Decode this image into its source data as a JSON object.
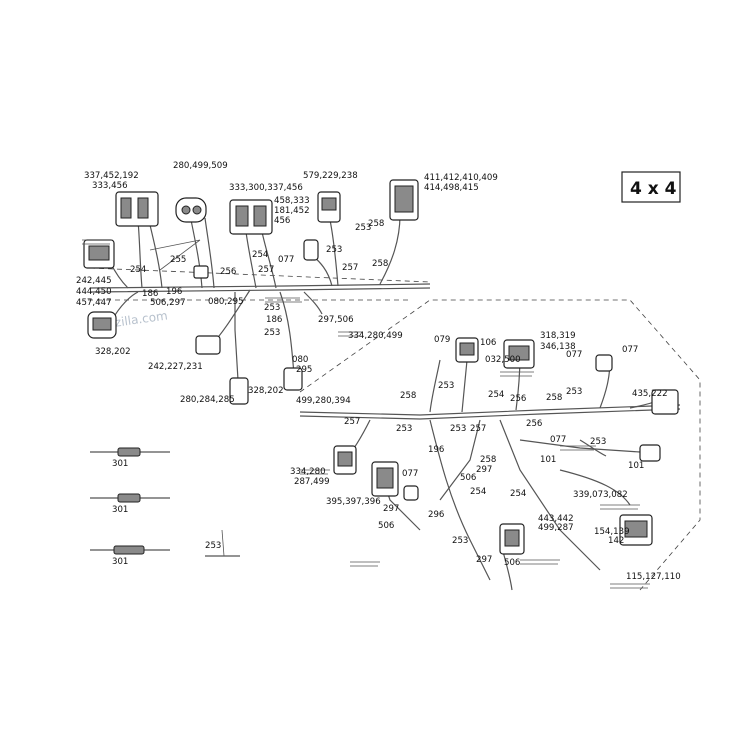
{
  "badge": "4 x 4",
  "watermark": "Partzilla.com",
  "part_labels": [
    "337,452,192",
    "333,456",
    "280,499,509",
    "333,300,337,456",
    "579,229,238",
    "411,412,410,409",
    "414,498,415",
    "458,333",
    "181,452",
    "456",
    "254",
    "255",
    "254",
    "256",
    "257",
    "253",
    "077",
    "257",
    "258",
    "258",
    "253",
    "242,445",
    "444,450",
    "457,447",
    "186",
    "196",
    "506,297",
    "080,295",
    "253",
    "186",
    "253",
    "297,506",
    "328,202",
    "242,227,231",
    "080",
    "295",
    "280,284,285",
    "328,202",
    "334,280,499",
    "079",
    "106",
    "318,319",
    "346,138",
    "077",
    "077",
    "253",
    "435,222",
    "032,500",
    "258",
    "253",
    "254",
    "256",
    "258",
    "499,280,394",
    "257",
    "253",
    "253",
    "257",
    "256",
    "077",
    "253",
    "101",
    "101",
    "339,073,082",
    "196",
    "258",
    "297",
    "506",
    "254",
    "254",
    "334,280",
    "287,499",
    "077",
    "395,397,396",
    "297",
    "296",
    "506",
    "253",
    "443,442",
    "499,287",
    "154,139",
    "142",
    "297",
    "506",
    "115,127,110",
    "301",
    "301",
    "301",
    "253"
  ]
}
